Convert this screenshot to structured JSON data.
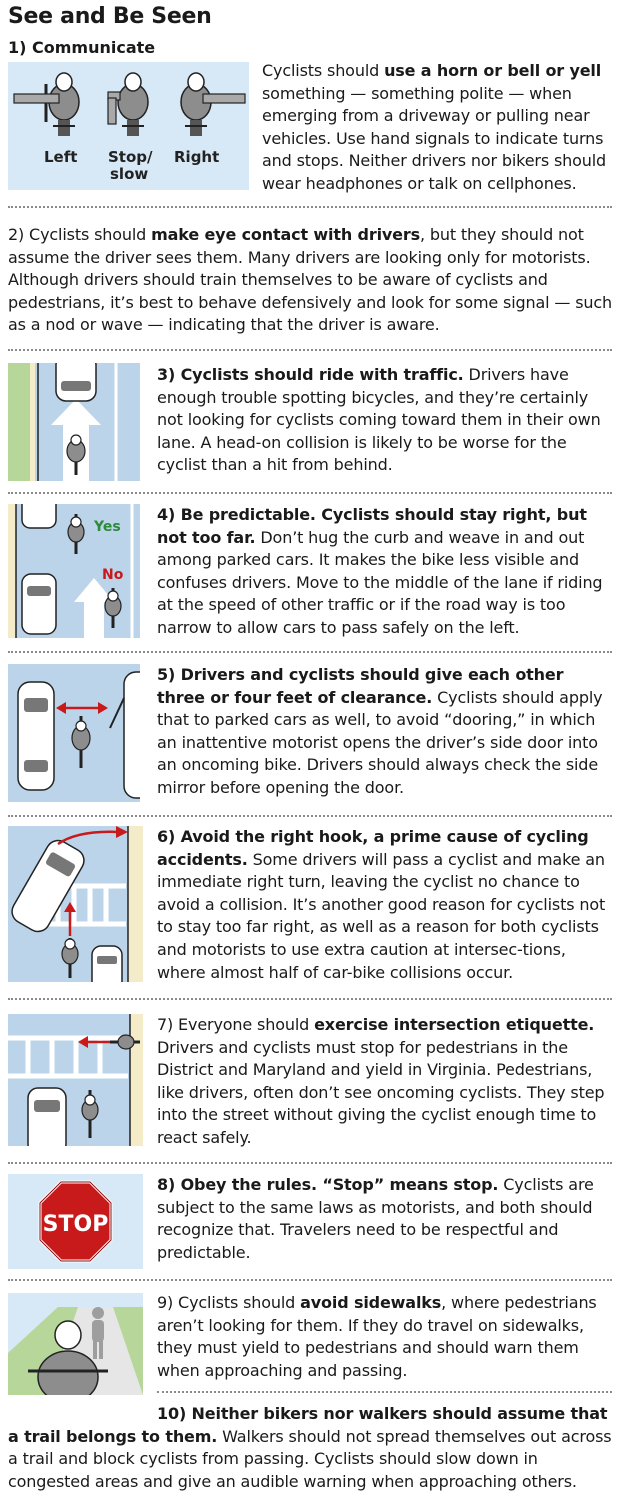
{
  "title": "See and Be Seen",
  "s1": {
    "heading": "1) Communicate",
    "labels": {
      "left": "Left",
      "stop1": "Stop/",
      "stop2": "slow",
      "right": "Right"
    },
    "pre": "Cyclists should ",
    "bold": "use a horn or bell or yell",
    "post": " something — something polite — when emerging from a driveway or pulling near vehicles. Use hand signals to indicate turns and stops. Neither drivers nor bikers should wear headphones or talk on cellphones."
  },
  "s2": {
    "pre": "2) Cyclists should ",
    "bold": "make eye contact with drivers",
    "post": ", but they should not assume the driver sees them. Many drivers are looking only for motorists. Although drivers should train themselves to be aware of cyclists and pedestrians, it’s best to behave defensively and look for some signal — such as a nod or wave — indicating that the driver is aware."
  },
  "s3": {
    "bold": "3) Cyclists should ride with traffic.",
    "post": " Drivers have enough trouble spotting bicycles, and they’re certainly not looking for cyclists coming toward them in their own lane. A head-on collision is likely to be worse for the cyclist than a hit from behind."
  },
  "s4": {
    "bold": "4) Be predictable. Cyclists should stay right, but not too far.",
    "post": " Don’t hug the curb and weave in and out among parked cars. It makes the bike less visible and confuses drivers. Move to the middle of the lane if riding at the speed of other traffic or if the road way is too narrow to allow cars to pass safely on the left.",
    "yes": "Yes",
    "no": "No"
  },
  "s5": {
    "bold": "5) Drivers and cyclists should give each other three or four feet of clearance.",
    "post": " Cyclists should apply that to parked cars as well, to avoid “dooring,” in which an inattentive motorist opens the driver’s side door into an oncoming bike. Drivers should always check the side mirror before opening the door."
  },
  "s6": {
    "bold": "6) Avoid the right hook, a prime cause of cycling accidents.",
    "post": " Some drivers will pass a cyclist and make an immediate right turn, leaving the cyclist no chance to avoid a collision. It’s another good reason for cyclists not to stay too far right, as well as a reason for both cyclists and motorists to use extra caution at intersec-tions, where almost half of car-bike collisions occur."
  },
  "s7": {
    "pre": "7) Everyone should ",
    "bold": "exercise intersection etiquette.",
    "post": " Drivers and cyclists must stop for pedestrians in the District and Maryland and yield in Virginia. Pedestrians, like drivers, often don’t see oncoming cyclists. They step into the street without giving the cyclist enough time to react safely."
  },
  "s8": {
    "bold": "8) Obey the rules. “Stop” means stop.",
    "post": " Cyclists are subject to the same laws as motorists, and both should recognize that. Travelers need to be respectful and predictable.",
    "sign": "STOP"
  },
  "s9": {
    "pre": "9) Cyclists should ",
    "bold": "avoid sidewalks",
    "post": ", where pedestrians aren’t looking for them. If they do travel on sidewalks, they must yield to pedestrians and should warn them when approaching and passing."
  },
  "s10": {
    "bold": "10) Neither bikers nor walkers should assume that a trail belongs to them.",
    "post": " Walkers should not spread themselves out across a trail and block cyclists from passing. Cyclists should slow down in congested areas and give an audible warning when approaching others."
  },
  "colors": {
    "panel": "#d7e8f6",
    "lane": "#bcd4ea",
    "grass": "#b7d79a",
    "red": "#c8191b",
    "green": "#2c8a3a",
    "curb": "#f4ecc9"
  }
}
